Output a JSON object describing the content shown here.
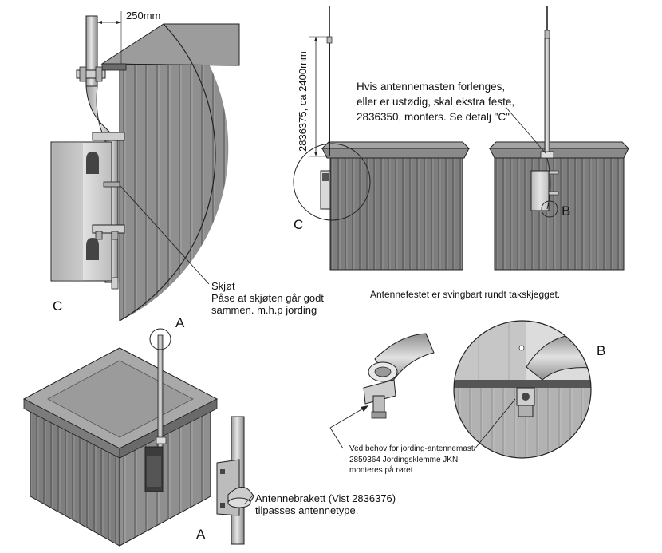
{
  "dimensions": {
    "offset": "250mm",
    "mast_height": "2836375, ca 2400mm"
  },
  "callouts": {
    "label_c_left": "C",
    "label_c_right": "C",
    "label_a_top": "A",
    "label_a_bottom": "A",
    "label_b_house": "B",
    "label_b_detail": "B"
  },
  "notes": {
    "joint": [
      "Skjøt",
      "Påse at skjøten går godt",
      "sammen. m.h.p  jording"
    ],
    "extension": [
      "Hvis antennemasten forlenges,",
      "eller er ustødig, skal ekstra feste,",
      "2836350, monters. Se detalj \"C\""
    ],
    "swivel": "Antennefestet er svingbart rundt takskjegget.",
    "grounding": [
      "Ved behov for jording-antennemast:",
      "2859364 Jordingsklemme JKN",
      "monteres på røret"
    ],
    "bracket": [
      "Antennebrakett (Vist 2836376)",
      "tilpasses antennetype."
    ]
  },
  "colors": {
    "line": "#111111",
    "wall": "#8c8c8c",
    "wall_dark": "#6e6e6e",
    "roof": "#9a9a9a",
    "roof_top": "#a8a8a8",
    "pipe": "#c4c4c4",
    "panel": "#d8d8d8"
  }
}
